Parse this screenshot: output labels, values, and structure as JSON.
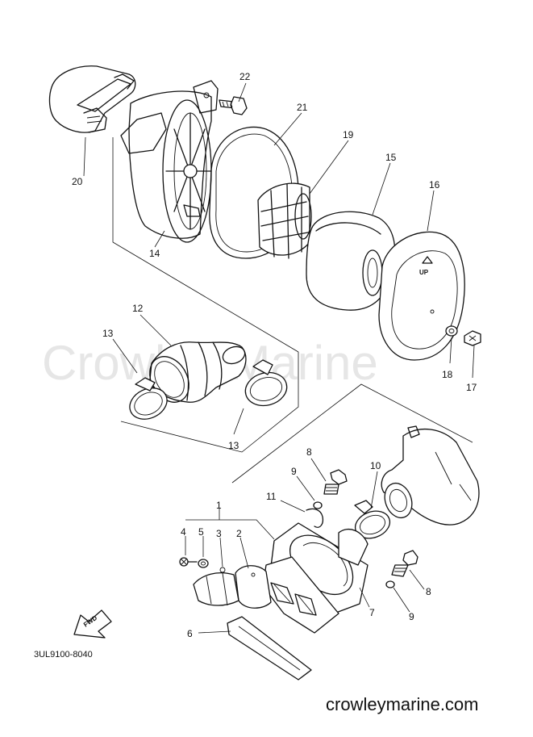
{
  "watermark": "Crowley Marine",
  "diagram_code": "3UL9100-8040",
  "site": "crowleymarine.com",
  "fwd_label": "FWD",
  "part_labels": {
    "p1": "1",
    "p2": "2",
    "p3": "3",
    "p4": "4",
    "p5": "5",
    "p6": "6",
    "p7": "7",
    "p8a": "8",
    "p8b": "8",
    "p9a": "9",
    "p9b": "9",
    "p10": "10",
    "p11": "11",
    "p12": "12",
    "p13a": "13",
    "p13b": "13",
    "p14": "14",
    "p15": "15",
    "p16": "16",
    "p17": "17",
    "p18": "18",
    "p19": "19",
    "p20": "20",
    "p21": "21",
    "p22": "22"
  }
}
